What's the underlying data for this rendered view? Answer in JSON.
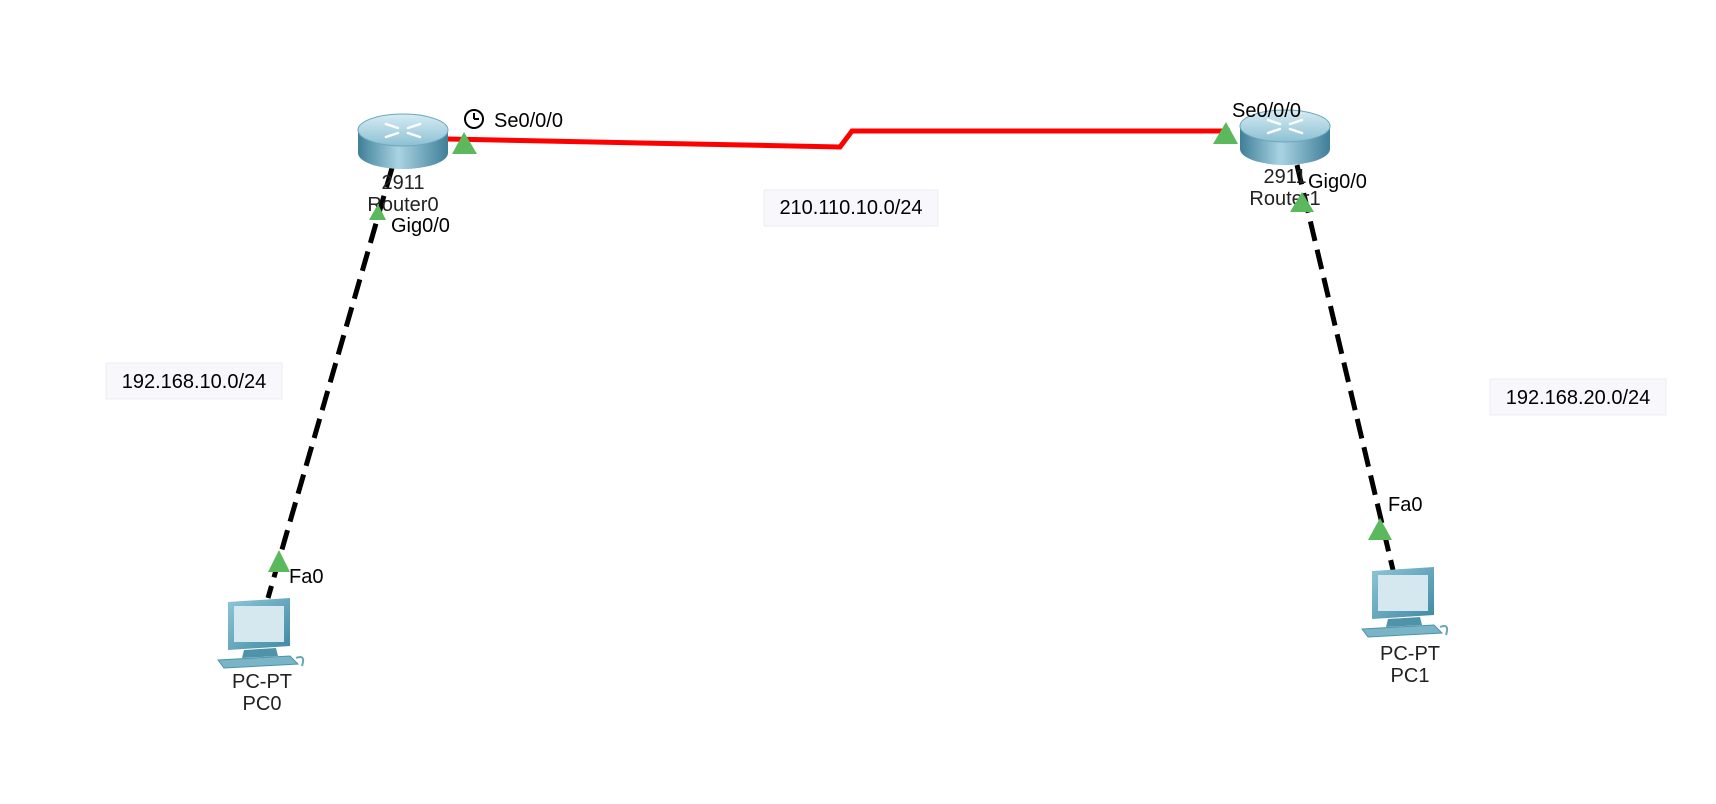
{
  "devices": {
    "router0": {
      "model": "2911",
      "name": "Router0"
    },
    "router1": {
      "model": "2911",
      "name": "Router1"
    },
    "pc0": {
      "model": "PC-PT",
      "name": "PC0"
    },
    "pc1": {
      "model": "PC-PT",
      "name": "PC1"
    }
  },
  "ports": {
    "r0_serial": "Se0/0/0",
    "r0_gig": "Gig0/0",
    "r1_serial": "Se0/0/0",
    "r1_gig": "Gig0/0",
    "pc0_fa": "Fa0",
    "pc1_fa": "Fa0"
  },
  "networks": {
    "wan": "210.110.10.0/24",
    "lan_left": "192.168.10.0/24",
    "lan_right": "192.168.20.0/24"
  },
  "colors": {
    "serial_link": "#ff0000",
    "ethernet_link": "#000000",
    "link_up": "#5cb85c",
    "router_body": "#5b9fb8",
    "pc_body": "#5fa3b8"
  },
  "icons": {
    "router": "router-icon",
    "pc": "pc-icon",
    "clock": "clock-icon"
  }
}
